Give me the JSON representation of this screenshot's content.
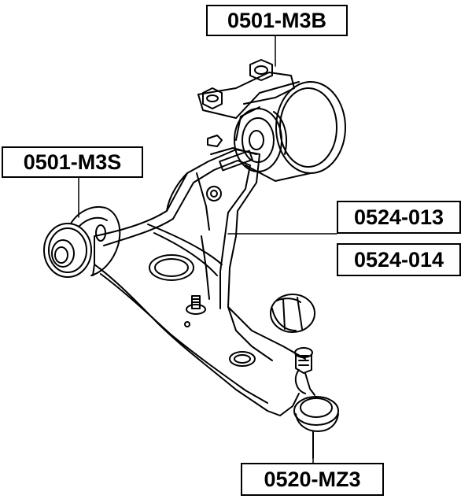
{
  "labels": {
    "top": "0501-M3B",
    "left": "0501-M3S",
    "right_upper": "0524-013",
    "right_lower": "0524-014",
    "bottom": "0520-MZ3"
  },
  "icons": [
    "control-arm-icon",
    "bushing-icon",
    "ball-joint-icon",
    "bolt-icon",
    "boot-icon"
  ],
  "colors": {
    "line": "#000000",
    "background": "#ffffff",
    "label_border": "#000000"
  }
}
